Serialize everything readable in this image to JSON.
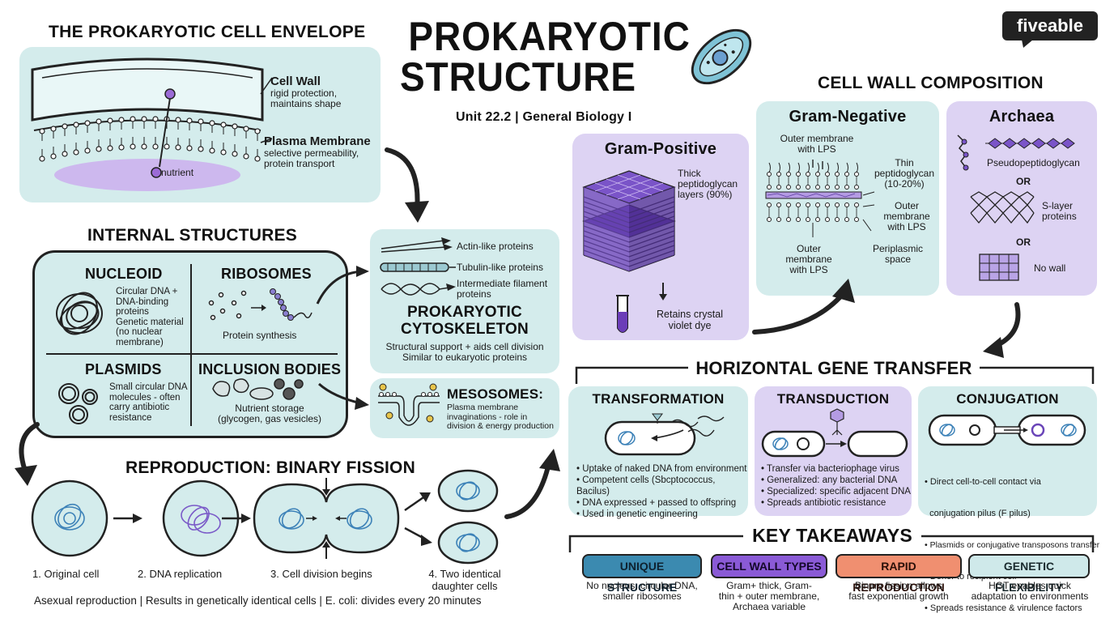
{
  "title": {
    "line1": "PROKARYOTIC",
    "line2": "STRUCTURE",
    "subtitle": "Unit 22.2 | General Biology I"
  },
  "brand": {
    "logo_text": "fiveable"
  },
  "envelope": {
    "heading": "THE PROKARYOTIC CELL ENVELOPE",
    "cell_wall": {
      "name": "Cell Wall",
      "desc1": "rigid protection,",
      "desc2": "maintains shape"
    },
    "membrane": {
      "name": "Plasma Membrane",
      "desc1": "selective permeability,",
      "desc2": "protein transport"
    },
    "nutrient_label": "nutrient"
  },
  "internal": {
    "heading": "INTERNAL STRUCTURES",
    "nucleoid": {
      "name": "NUCLEOID",
      "lines": [
        "Circular DNA +",
        "DNA-binding",
        "proteins",
        "Genetic material",
        "(no nuclear",
        "membrane)"
      ]
    },
    "ribosomes": {
      "name": "RIBOSOMES",
      "desc": "Protein synthesis"
    },
    "plasmids": {
      "name": "PLASMIDS",
      "lines": [
        "Small circular DNA",
        "molecules - often",
        "carry antibiotic",
        "resistance"
      ]
    },
    "inclusion": {
      "name": "INCLUSION BODIES",
      "lines": [
        "Nutrient storage",
        "(glycogen, gas vesicles)"
      ]
    }
  },
  "cytoskeleton": {
    "items": [
      "Actin-like proteins",
      "Tubulin-like proteins",
      "Intermediate filament",
      "proteins"
    ],
    "title1": "PROKARYOTIC",
    "title2": "CYTOSKELETON",
    "desc1": "Structural support + aids cell division",
    "desc2": "Similar to eukaryotic proteins"
  },
  "mesosomes": {
    "title": "MESOSOMES:",
    "lines": [
      "Plasma membrane",
      "invaginations - role in",
      "division & energy production"
    ]
  },
  "reproduction": {
    "heading": "REPRODUCTION: BINARY FISSION",
    "steps": [
      "1. Original cell",
      "2. DNA replication",
      "3. Cell division begins",
      "4. Two identical",
      "daughter cells"
    ],
    "footer": "Asexual reproduction | Results in genetically identical cells | E. coli: divides every 20 minutes"
  },
  "wall": {
    "heading": "CELL WALL COMPOSITION",
    "gram_pos": {
      "name": "Gram-Positive",
      "thick": [
        "Thick",
        "peptidoglycan",
        "layers (90%)"
      ],
      "retains": [
        "Retains crystal",
        "violet dye"
      ]
    },
    "gram_neg": {
      "name": "Gram-Negative",
      "outer_top": [
        "Outer membrane",
        "with LPS"
      ],
      "thin": [
        "Thin",
        "peptidoglycan",
        "(10-20%)"
      ],
      "outer_right": [
        "Outer",
        "membrane",
        "with LPS"
      ],
      "outer_bottom": [
        "Outer",
        "membrane",
        "with LPS"
      ],
      "periplasmic": [
        "Periplasmic",
        "space"
      ]
    },
    "archaea": {
      "name": "Archaea",
      "pseudo": "Pseudopeptidoglycan",
      "or1": "OR",
      "slayer": [
        "S-layer",
        "proteins"
      ],
      "or2": "OR",
      "nowall": "No wall"
    }
  },
  "hgt": {
    "heading": "HORIZONTAL GENE TRANSFER",
    "transformation": {
      "name": "TRANSFORMATION",
      "bullets": [
        "• Uptake of naked DNA from environment",
        "• Competent cells (Sbcptococcus, Bacilus)",
        "• DNA expressed + passed to offspring",
        "• Used in genetic engineering"
      ]
    },
    "transduction": {
      "name": "TRANSDUCTION",
      "bullets": [
        "• Transfer via bacteriophage virus",
        "• Generalized: any bacterial DNA",
        "• Specialized: specific adjacent DNA",
        "• Spreads antibiotic resistance"
      ]
    },
    "conjugation": {
      "name": "CONJUGATION",
      "bullets": [
        "• Direct cell-to-cell contact via",
        "  conjugation pilus (F pilus)",
        "• Plasmids or conjugative transposons transfer",
        "• Donor to recipient cell",
        "• Spreads resistance & virulence factors"
      ]
    }
  },
  "takeaways": {
    "heading": "KEY TAKEAWAYS",
    "items": [
      {
        "label": "UNIQUE STRUCTURE",
        "desc": [
          "No nucleus, circular DNA,",
          "smaller ribosomes"
        ],
        "color": "#3b8ab0"
      },
      {
        "label": "CELL WALL TYPES",
        "desc": [
          "Gram+ thick, Gram-",
          "thin + outer membrane,",
          "Archaea variable"
        ],
        "color": "#8a5ad6"
      },
      {
        "label": "RAPID REPRODUCTION",
        "desc": [
          "Binary fission allows",
          "fast exponential growth"
        ],
        "color": "#f08f70"
      },
      {
        "label": "GENETIC FLEXIBILITY",
        "desc": [
          "HGT enables quick",
          "adaptation to environments"
        ],
        "color": "#cfe9ea"
      }
    ]
  }
}
